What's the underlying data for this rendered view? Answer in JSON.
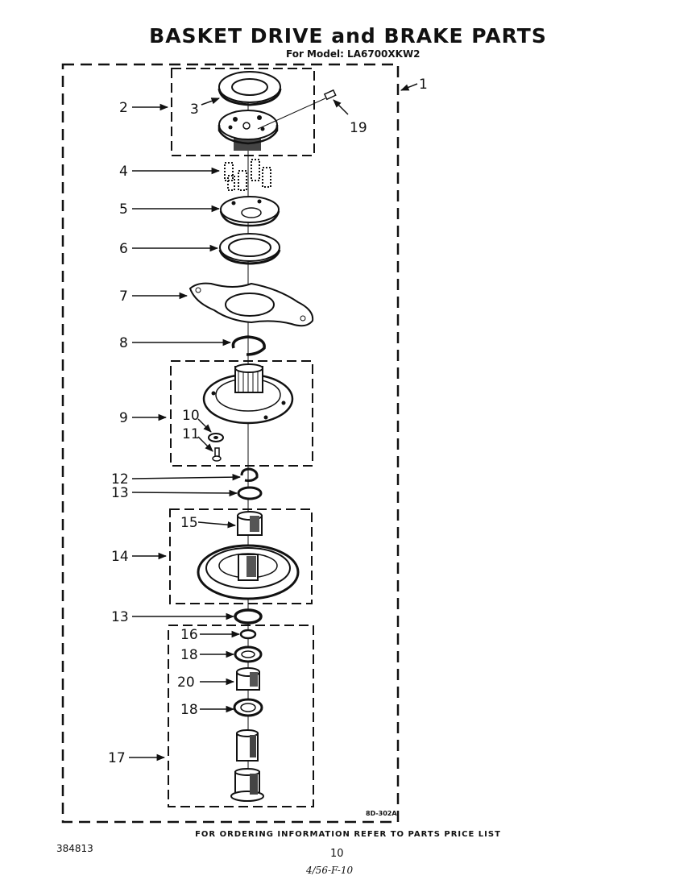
{
  "page": {
    "title": "BASKET DRIVE and BRAKE PARTS",
    "subtitle": "For Model: LA6700XKW2",
    "drawing_code": "8D-302A",
    "order_info": "FOR ORDERING INFORMATION REFER TO PARTS PRICE LIST",
    "document_number": "384813",
    "page_number": "10",
    "handwritten_note": "4/56-F-10"
  },
  "callouts": {
    "c1": "1",
    "c2": "2",
    "c3": "3",
    "c4": "4",
    "c5": "5",
    "c6": "6",
    "c7": "7",
    "c8": "8",
    "c9": "9",
    "c10": "10",
    "c11": "11",
    "c12": "12",
    "c13a": "13",
    "c13b": "13",
    "c14": "14",
    "c15": "15",
    "c16": "16",
    "c17": "17",
    "c18a": "18",
    "c18b": "18",
    "c19": "19",
    "c20": "20"
  }
}
